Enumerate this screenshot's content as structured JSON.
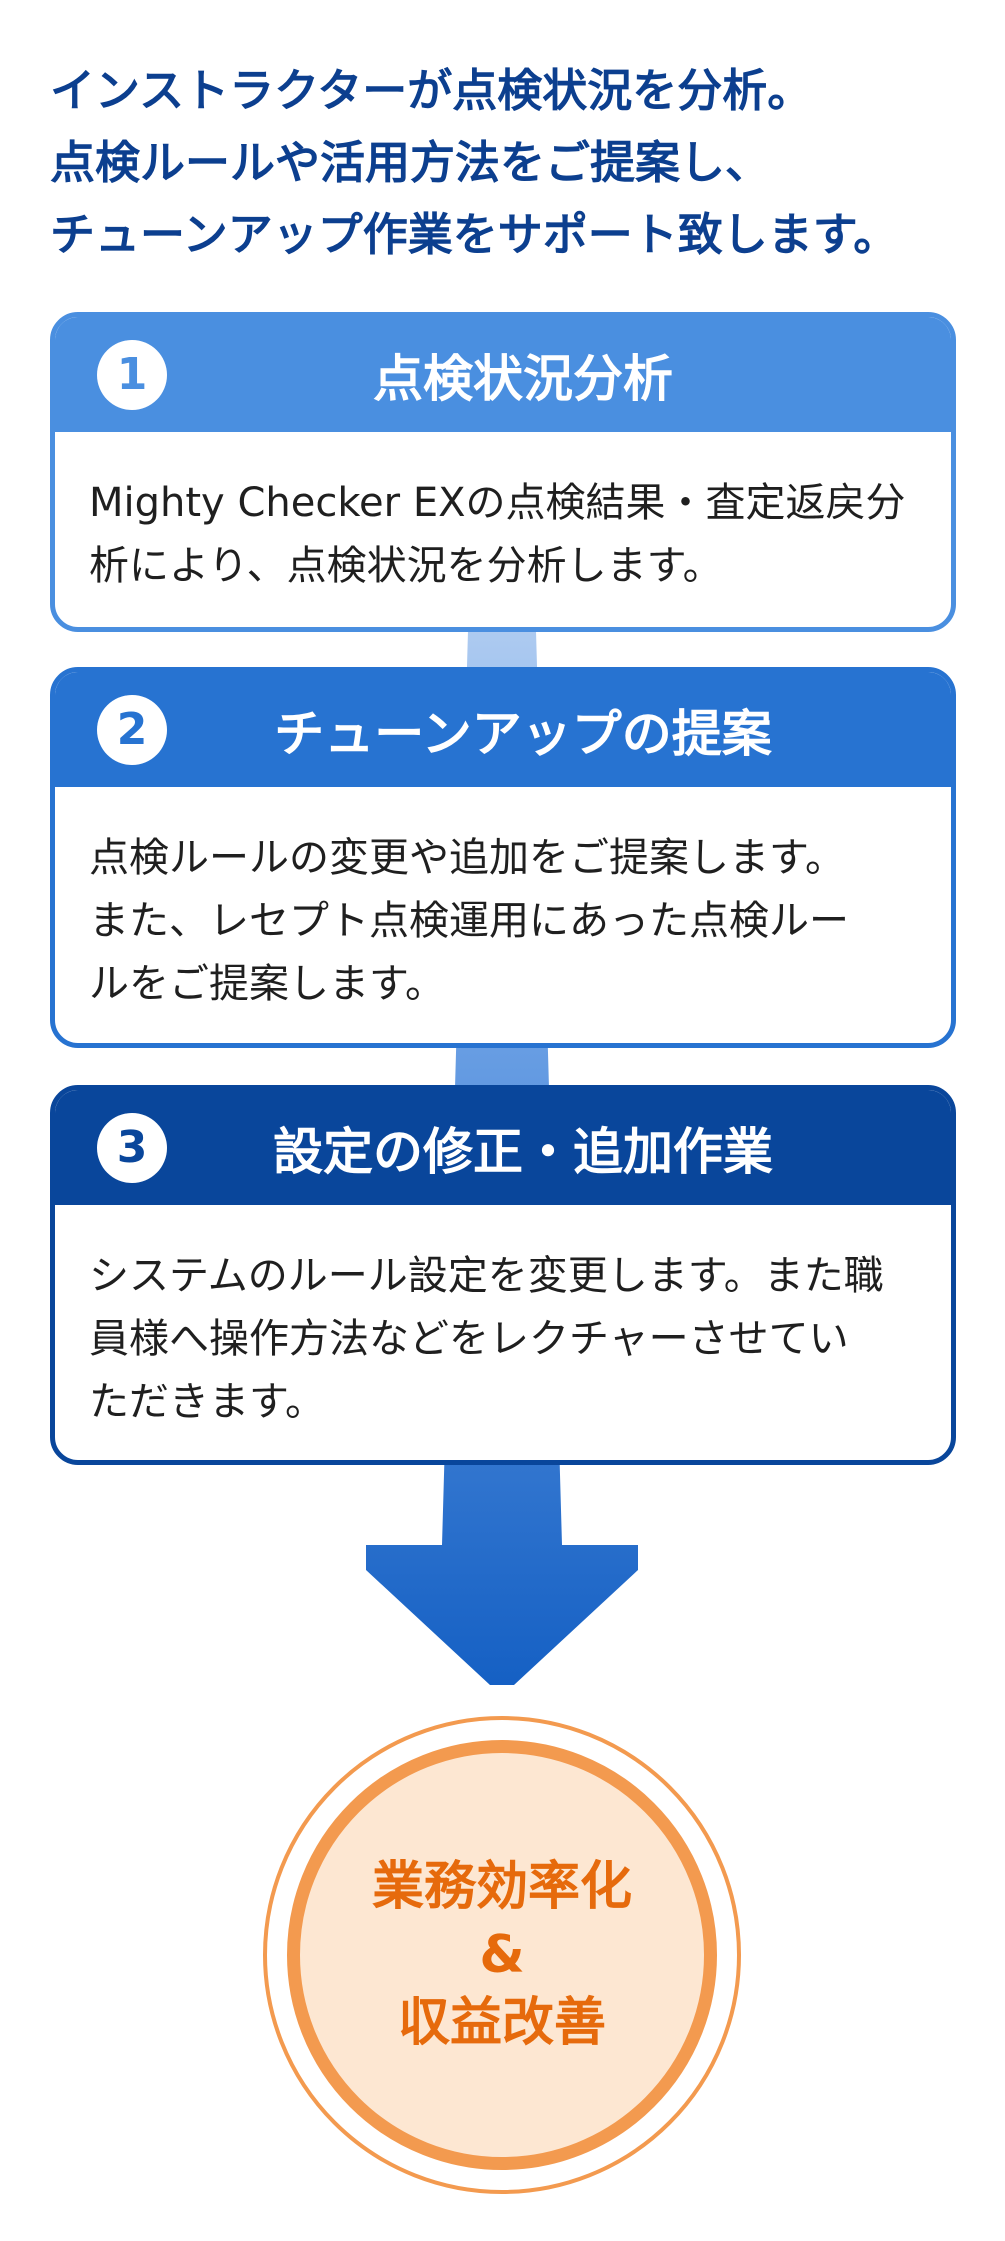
{
  "intro": {
    "lines": [
      "インストラクターが点検状況を分析。",
      "点検ルールや活用方法をご提案し、",
      "チューンアップ作業をサポート致します。"
    ]
  },
  "steps": [
    {
      "number": "1",
      "title": "点検状況分析",
      "body_lines": [
        "Mighty Checker EXの点検結果・査定返戻分",
        "析により、点検状況を分析します。"
      ],
      "color": "#4a8fe0"
    },
    {
      "number": "2",
      "title": "チューンアップの提案",
      "body_lines": [
        "点検ルールの変更や追加をご提案します。",
        "また、レセプト点検運用にあった点検ルー",
        "ルをご提案します。"
      ],
      "color": "#2773d1"
    },
    {
      "number": "3",
      "title": "設定の修正・追加作業",
      "body_lines": [
        "システムのルール設定を変更します。また職",
        "員様へ操作方法などをレクチャーさせてい",
        "ただきます。"
      ],
      "color": "#09469b"
    }
  ],
  "result": {
    "lines": [
      "業務効率化",
      "&",
      "収益改善"
    ],
    "color": "#e66a0c"
  },
  "arrow": {
    "color_top": "#c9dcf5",
    "color_bottom": "#1560c4"
  }
}
